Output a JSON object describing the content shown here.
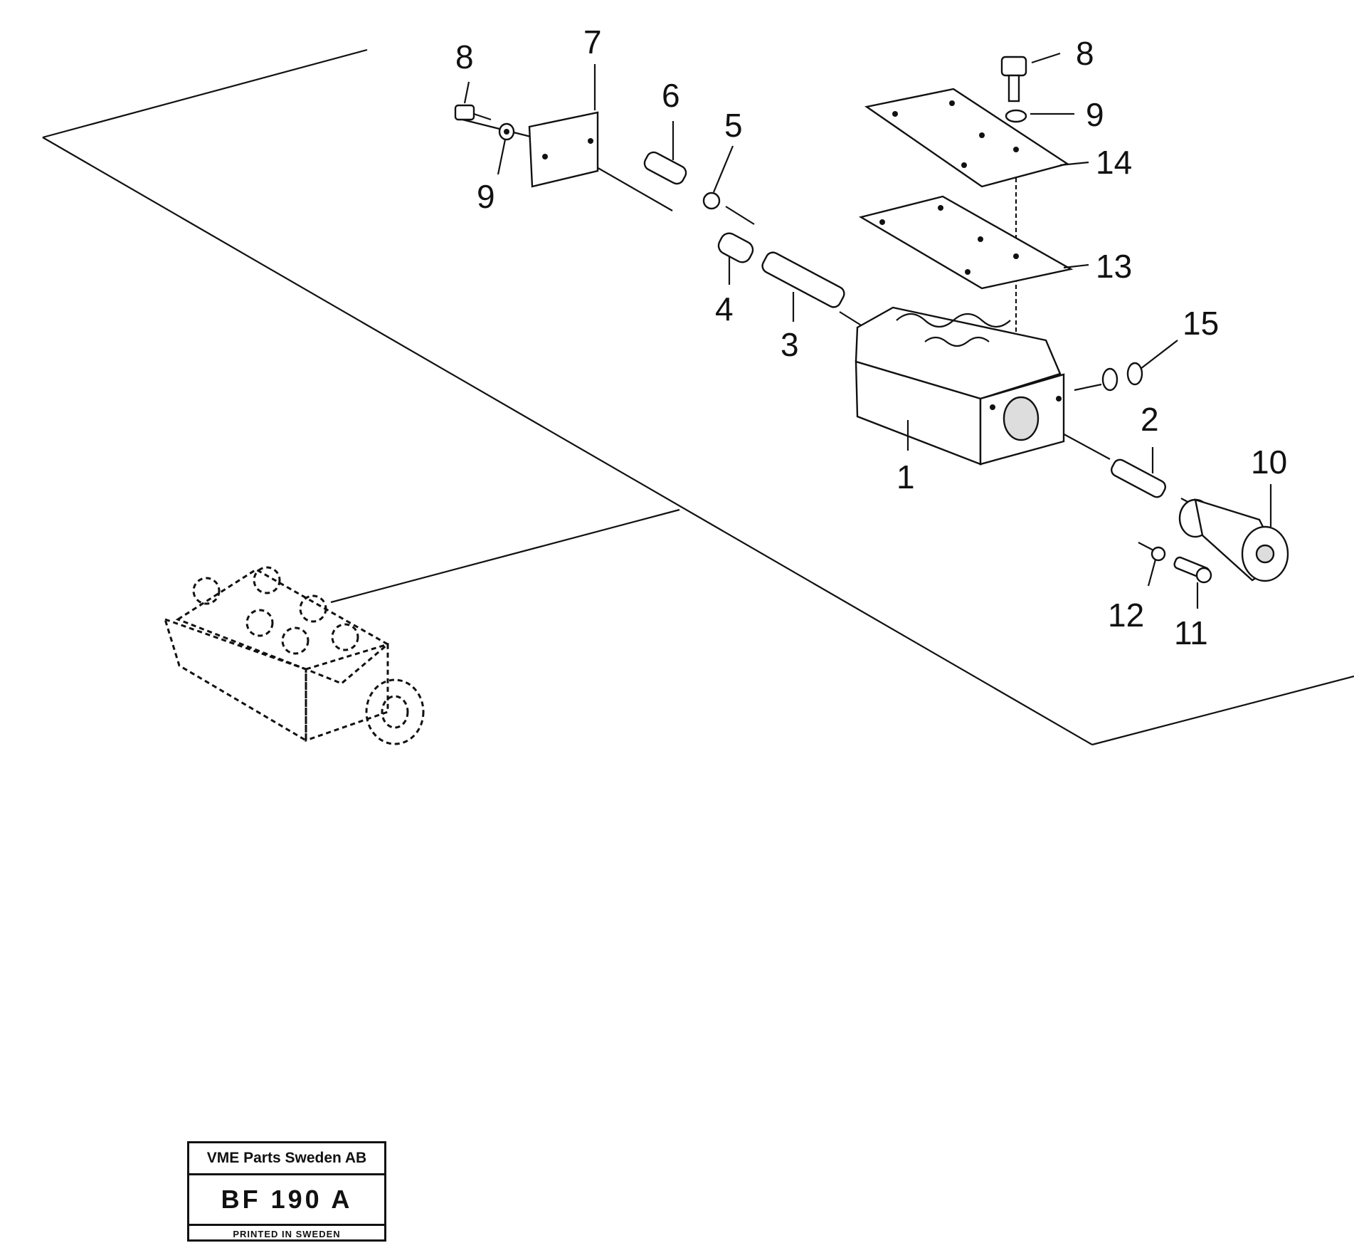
{
  "callouts": {
    "c8_left": "8",
    "c7": "7",
    "c6": "6",
    "c5": "5",
    "c9_left": "9",
    "c4": "4",
    "c3": "3",
    "c8_right": "8",
    "c9_right": "9",
    "c14": "14",
    "c13": "13",
    "c15": "15",
    "c2": "2",
    "c1": "1",
    "c10": "10",
    "c12": "12",
    "c11": "11"
  },
  "title_block": {
    "company": "VME Parts Sweden AB",
    "code": "BF 190 A",
    "printed": "PRINTED IN SWEDEN"
  }
}
